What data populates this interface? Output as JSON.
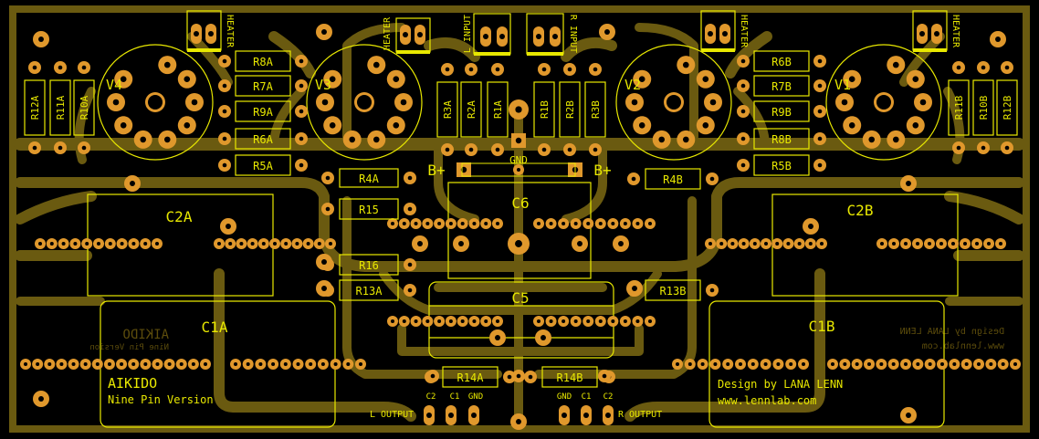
{
  "colors": {
    "substrate": "#000000",
    "copper": "#6a5a10",
    "pad": "#e0982c",
    "silk": "#e8e800",
    "mirror": "#5c4c0c"
  },
  "tubes": [
    {
      "label": "V4"
    },
    {
      "label": "V3"
    },
    {
      "label": "V2"
    },
    {
      "label": "V1"
    }
  ],
  "resistors_left": [
    "R8A",
    "R7A",
    "R9A",
    "R6A",
    "R5A"
  ],
  "resistors_right": [
    "R6B",
    "R7B",
    "R9B",
    "R8B",
    "R5B"
  ],
  "resistors_vertical": [
    "R12A",
    "R11A",
    "R10A",
    "R3A",
    "R2A",
    "R1A",
    "R1B",
    "R2B",
    "R3B",
    "R11B",
    "R10B",
    "R12B"
  ],
  "resistors_misc": [
    "R4A",
    "R15",
    "R16",
    "R13A",
    "R4B",
    "R13B",
    "R14A",
    "R14B"
  ],
  "capacitors": [
    "C2A",
    "C2B",
    "C6",
    "C5",
    "C1A",
    "C1B"
  ],
  "connectors": {
    "heater": "HEATER",
    "l_input": "L INPUT",
    "r_input": "R INPUT",
    "gnd": "GND",
    "bplus": "B+",
    "l_output": "L OUTPUT",
    "r_output": "R OUTPUT",
    "c1": "C1",
    "c2": "C2"
  },
  "text": {
    "title": "AIKIDO",
    "subtitle": "Nine Pin Version",
    "design": "Design by LANA LENN",
    "url": "www.lennlab.com"
  }
}
